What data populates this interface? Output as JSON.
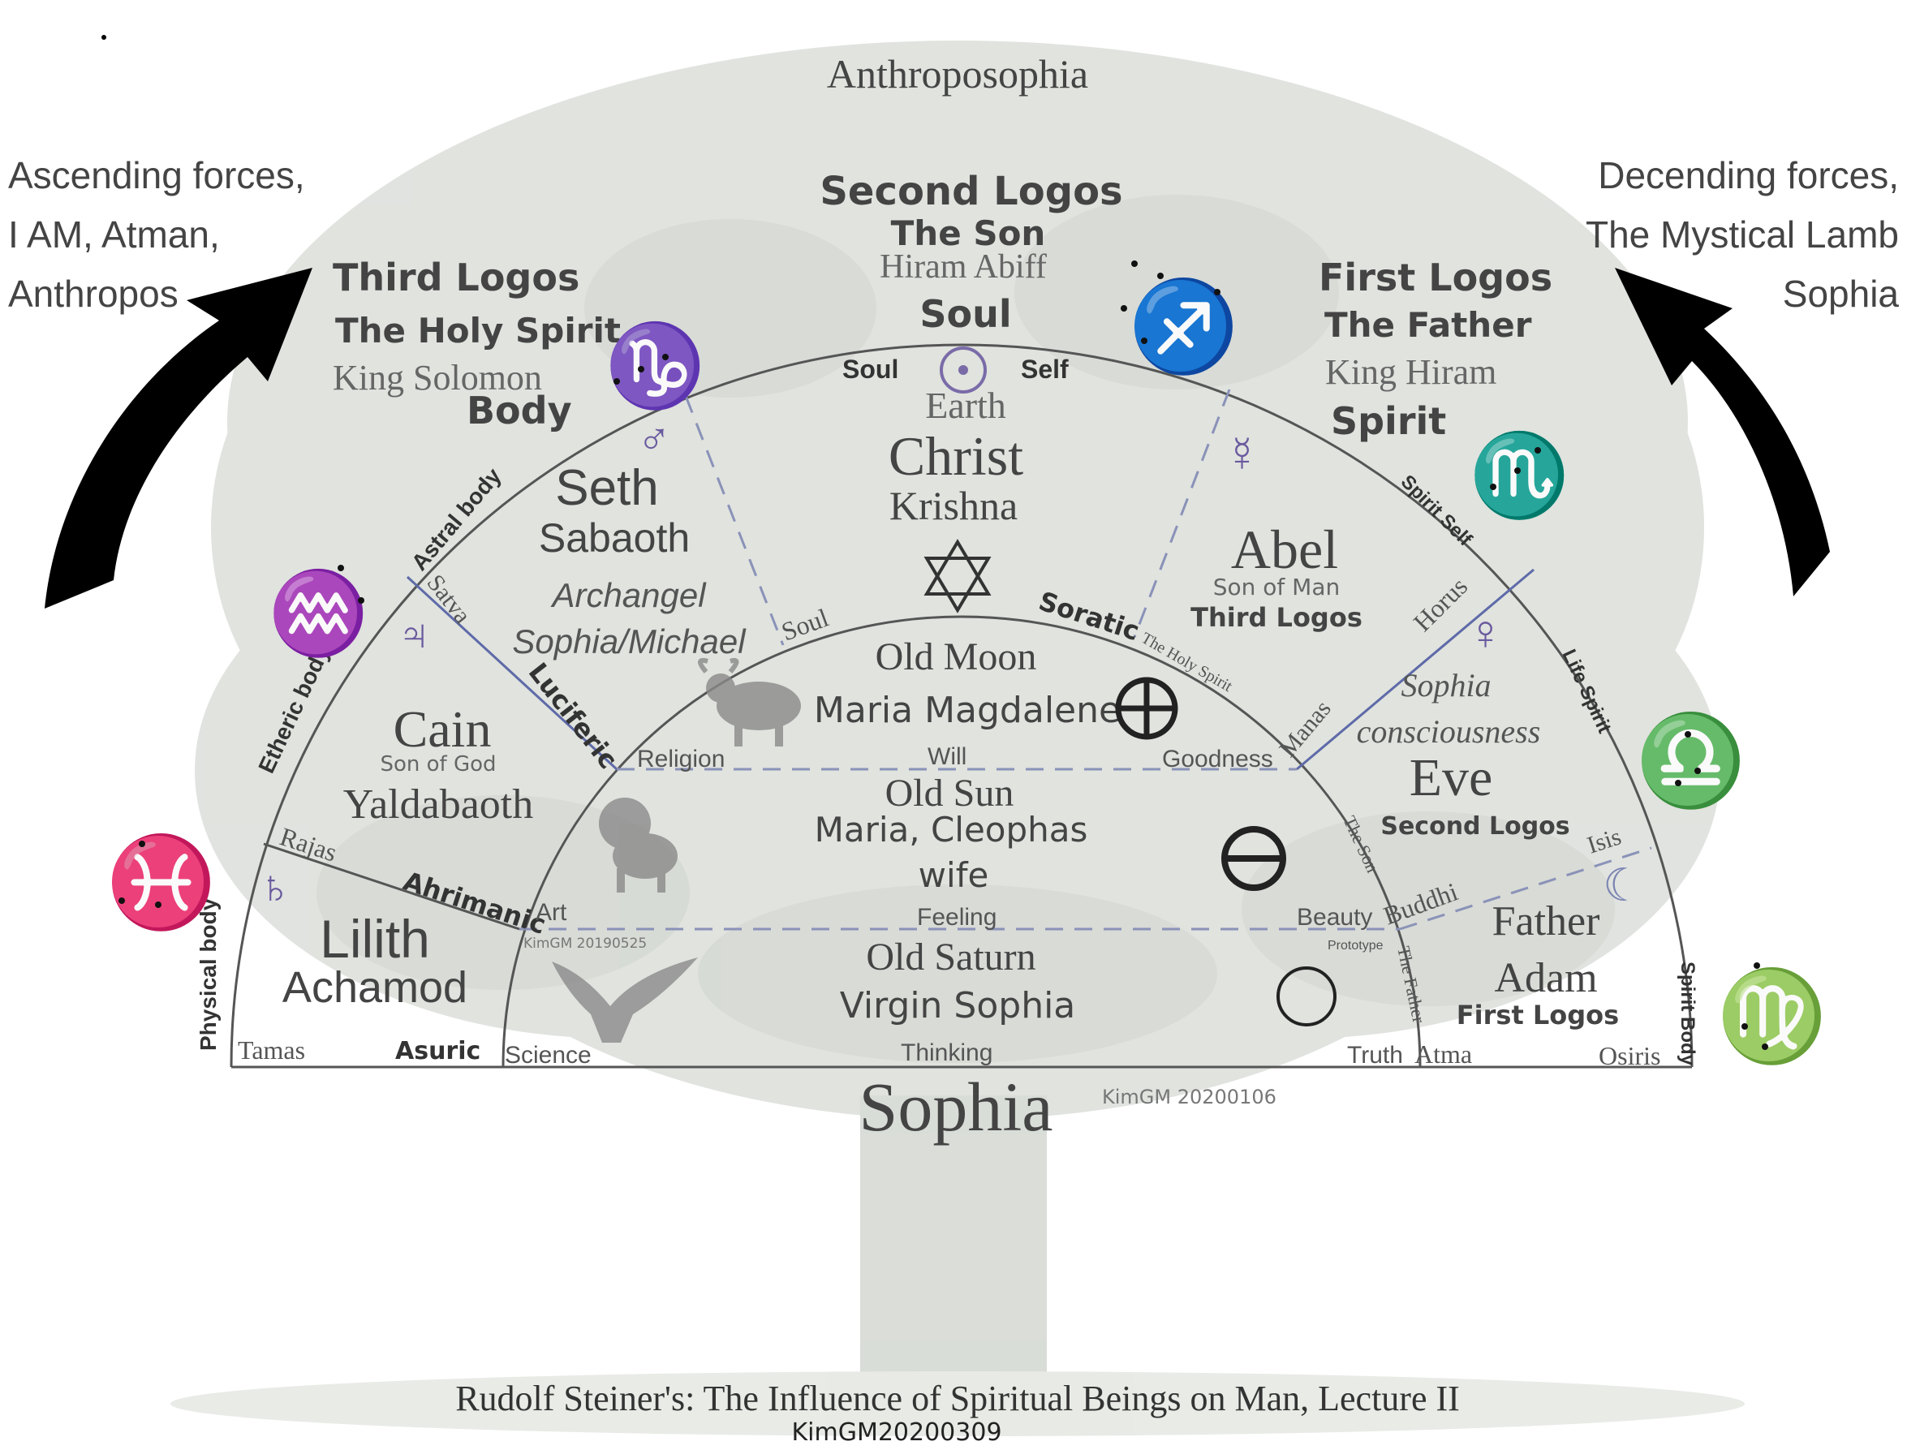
{
  "title": "Anthroposophia",
  "top_left_note": [
    "Ascending forces,",
    "I AM, Atman,",
    "Anthropos"
  ],
  "top_right_note": [
    "Decending forces,",
    "The Mystical Lamb",
    "Sophia"
  ],
  "third_logos": {
    "heading": "Third Logos",
    "line2": "The Holy Spirit",
    "line3": "King Solomon",
    "line4": "Body"
  },
  "second_logos": {
    "heading": "Second Logos",
    "line2": "The Son",
    "line3": "Hiram Abiff",
    "line4": "Soul"
  },
  "first_logos": {
    "heading": "First Logos",
    "line2": "The Father",
    "line3": "King Hiram",
    "line4": "Spirit"
  },
  "outer_arc_labels": {
    "soul": "Soul",
    "self": "Self",
    "earth": "Earth",
    "astral_body": "Astral body",
    "etheric_body": "Etheric body",
    "physical_body": "Physical body",
    "spirit_self": "Spirit Self",
    "life_spirit": "Life Spirit",
    "spirit_body": "Spirit Body"
  },
  "center_top": {
    "christ": "Christ",
    "krishna": "Krishna"
  },
  "seth_block": {
    "seth": "Seth",
    "sabaoth": "Sabaoth",
    "archangel": "Archangel",
    "sophia_michael": "Sophia/Michael"
  },
  "abel_block": {
    "abel": "Abel",
    "son_of_man": "Son of Man",
    "third_logos": "Third Logos"
  },
  "cain_block": {
    "cain": "Cain",
    "son_of_god": "Son of God",
    "yaldabaoth": "Yaldabaoth"
  },
  "eve_block": {
    "sophia": "Sophia",
    "consciousness": "consciousness",
    "eve": "Eve",
    "second_logos": "Second Logos"
  },
  "lilith_block": {
    "lilith": "Lilith",
    "achamod": "Achamod"
  },
  "father_block": {
    "father": "Father",
    "adam": "Adam",
    "first_logos": "First Logos"
  },
  "inner_arc_labels": {
    "soul": "Soul",
    "soratic": "Soratic",
    "holy_spirit": "The Holy Spirit",
    "horus": "Horus",
    "satva": "Satva",
    "luciferic": "Luciferic",
    "manas": "Manas",
    "rajas": "Rajas",
    "ahrimanic": "Ahrimanic",
    "the_son": "The Son",
    "buddhi": "Buddhi",
    "isis": "Isis",
    "the_father": "The Father",
    "tamas": "Tamas",
    "asuric": "Asuric",
    "atma": "Atma",
    "osiris": "Osiris"
  },
  "old_moon": {
    "title": "Old Moon",
    "subtitle": "Maria Magdalene"
  },
  "old_sun": {
    "title": "Old Sun",
    "subtitle": "Maria, Cleophas",
    "line3": "wife"
  },
  "old_saturn": {
    "title": "Old Saturn",
    "subtitle": "Virgin Sophia"
  },
  "row_labels": {
    "religion": "Religion",
    "will": "Will",
    "goodness": "Goodness",
    "art": "Art",
    "feeling": "Feeling",
    "beauty": "Beauty",
    "prototype": "Prototype",
    "science": "Science",
    "thinking": "Thinking",
    "truth": "Truth"
  },
  "credits": {
    "small1": "KimGM 20190525",
    "small2": "KimGM 20200106",
    "bottom": "KimGM20200309"
  },
  "sophia_base": "Sophia",
  "caption": "Rudolf Steiner's: The Influence of Spiritual Beings on Man, Lecture II",
  "colors": {
    "purple": "#5e4f96",
    "gray_text": "#555555",
    "dark_text": "#333333",
    "line": "#555555",
    "dashed": "#8a92b8",
    "tree": "#c9cec6"
  },
  "icons": [
    "capricorn-icon",
    "sagittarius-icon",
    "scorpio-icon",
    "aquarius-icon",
    "libra-icon",
    "pisces-icon",
    "virgo-icon",
    "mars-icon",
    "jupiter-icon",
    "saturn-icon",
    "mercury-icon",
    "venus-icon",
    "moon-icon",
    "sun-icon",
    "star-of-david-icon",
    "earth-cross-icon",
    "theta-icon",
    "circle-icon",
    "taurus-icon",
    "lion-icon",
    "eagle-icon",
    "arrow-left-icon",
    "arrow-right-icon"
  ]
}
